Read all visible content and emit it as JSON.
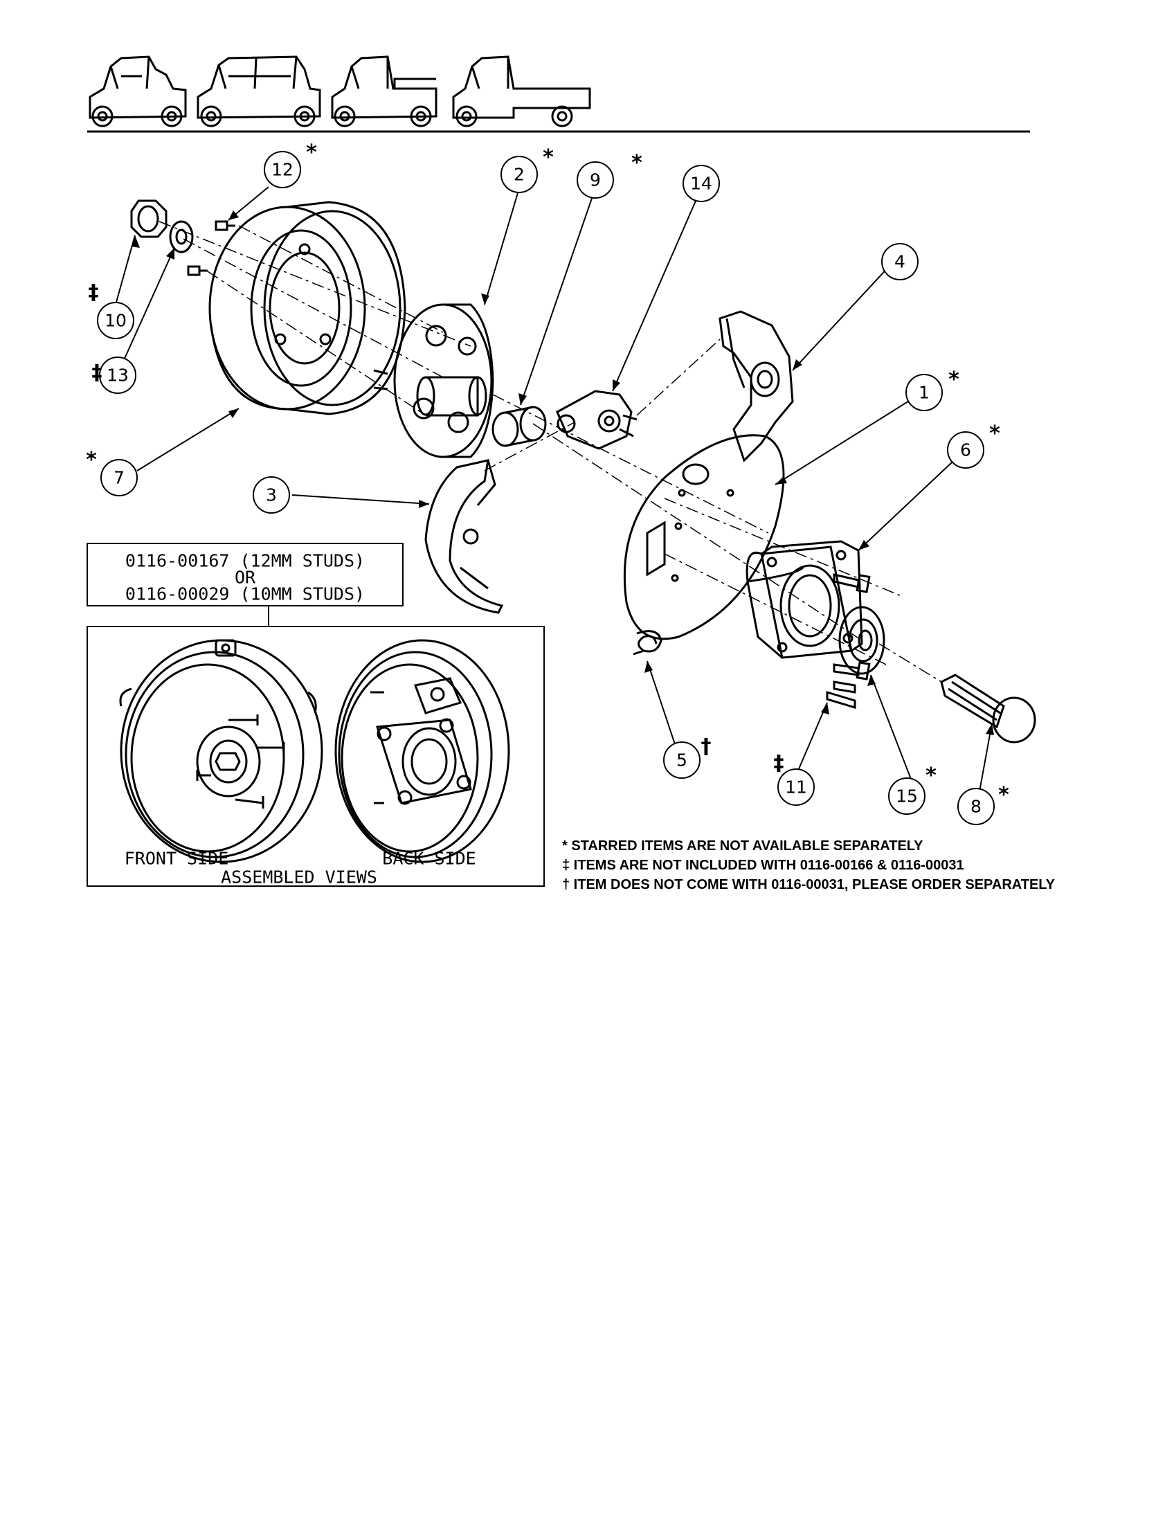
{
  "header": {
    "vehicle_icons": [
      "vehicle-two-seat-icon",
      "vehicle-four-seat-icon",
      "vehicle-short-cargo-icon",
      "vehicle-long-flatbed-icon"
    ]
  },
  "callouts": [
    {
      "id": "12",
      "mark": "*"
    },
    {
      "id": "2",
      "mark": "*"
    },
    {
      "id": "9",
      "mark": "*"
    },
    {
      "id": "14",
      "mark": ""
    },
    {
      "id": "4",
      "mark": ""
    },
    {
      "id": "10",
      "mark": "‡"
    },
    {
      "id": "13",
      "mark": "‡"
    },
    {
      "id": "1",
      "mark": "*"
    },
    {
      "id": "6",
      "mark": "*"
    },
    {
      "id": "7",
      "mark": "*"
    },
    {
      "id": "3",
      "mark": ""
    },
    {
      "id": "5",
      "mark": "†"
    },
    {
      "id": "11",
      "mark": "‡"
    },
    {
      "id": "15",
      "mark": "*"
    },
    {
      "id": "8",
      "mark": "*"
    }
  ],
  "kit_box": {
    "line1": "0116-00167 (12MM STUDS)",
    "line2": "OR",
    "line3": "0116-00029 (10MM STUDS)"
  },
  "assembled": {
    "front_label": "FRONT SIDE",
    "back_label": "BACK SIDE",
    "caption": "ASSEMBLED VIEWS"
  },
  "notes": [
    "* STARRED ITEMS ARE NOT AVAILABLE SEPARATELY",
    "‡ ITEMS ARE NOT INCLUDED WITH 0116-00166 & 0116-00031",
    "† ITEM DOES NOT COME WITH 0116-00031, PLEASE ORDER SEPARATELY"
  ]
}
